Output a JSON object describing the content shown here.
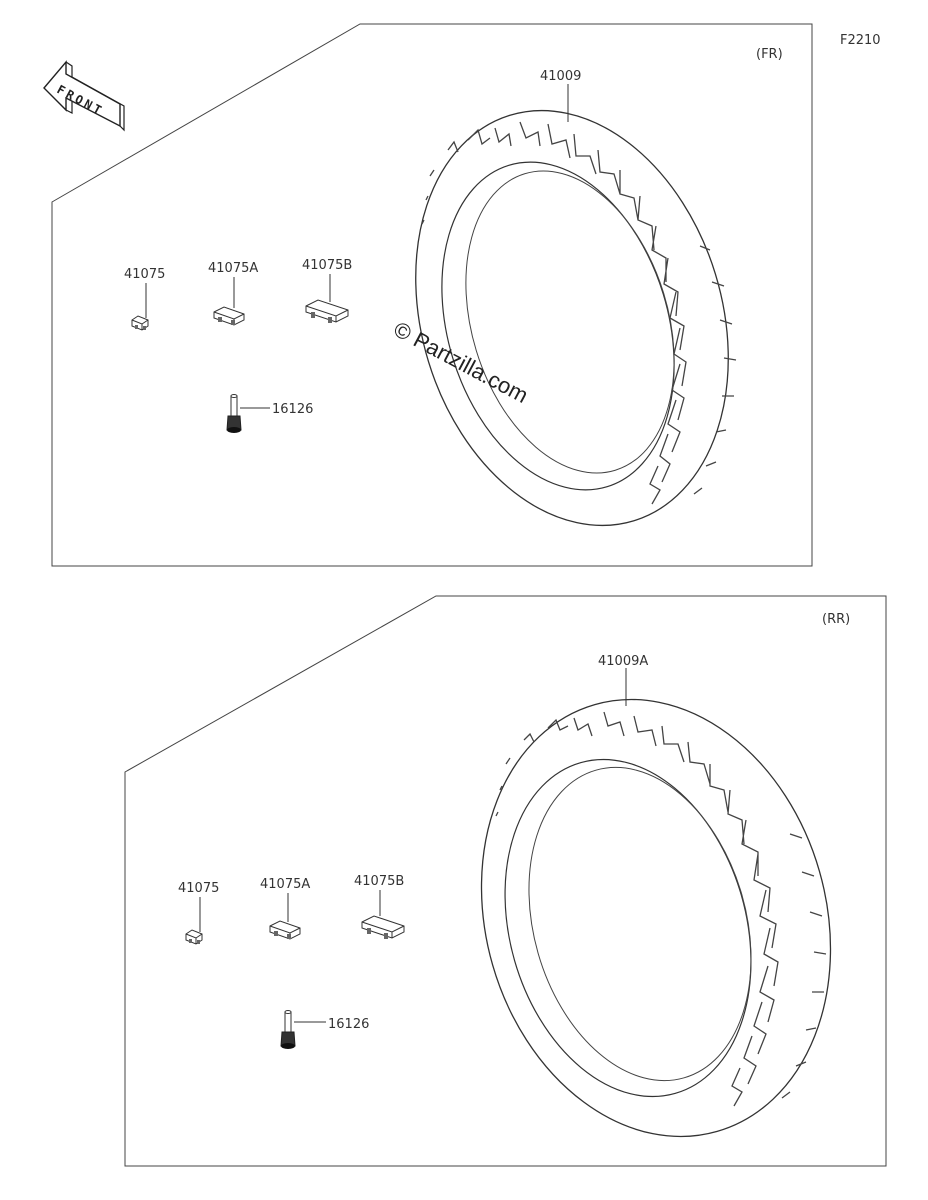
{
  "diagram_code": "F2210",
  "watermark": "© Partzilla.com",
  "front_arrow": {
    "label": "FRONT",
    "icon": "front-direction-arrow-icon"
  },
  "front_section": {
    "tag": "(FR)",
    "tire_part": "41009",
    "weights": [
      "41075",
      "41075A",
      "41075B"
    ],
    "valve": "16126"
  },
  "rear_section": {
    "tag": "(RR)",
    "tire_part": "41009A",
    "weights": [
      "41075",
      "41075A",
      "41075B"
    ],
    "valve": "16126"
  }
}
